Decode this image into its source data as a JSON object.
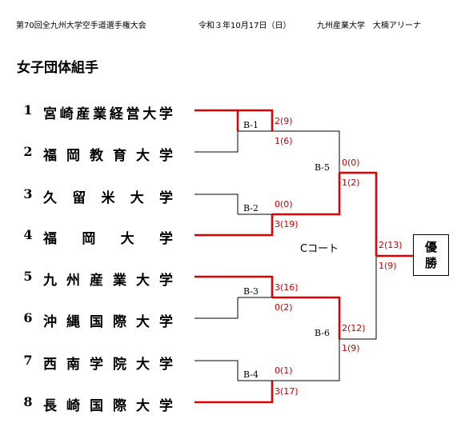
{
  "header": {
    "tournament": "第70回全九州大学空手道選手権大会",
    "date": "令和３年10月17日（日）",
    "venue": "九州産業大学　大楠アリーナ"
  },
  "section_title": "女子団体組手",
  "teams": [
    {
      "seed": "1",
      "name": [
        "宮",
        "崎",
        "産",
        "業",
        "経",
        "営",
        "大",
        "学"
      ]
    },
    {
      "seed": "2",
      "name": [
        "福",
        "岡",
        "教",
        "育",
        "大",
        "学"
      ]
    },
    {
      "seed": "3",
      "name": [
        "久",
        "留",
        "米",
        "大",
        "学"
      ]
    },
    {
      "seed": "4",
      "name": [
        "福",
        "岡",
        "大",
        "学"
      ]
    },
    {
      "seed": "5",
      "name": [
        "九",
        "州",
        "産",
        "業",
        "大",
        "学"
      ]
    },
    {
      "seed": "6",
      "name": [
        "沖",
        "縄",
        "国",
        "際",
        "大",
        "学"
      ]
    },
    {
      "seed": "7",
      "name": [
        "西",
        "南",
        "学",
        "院",
        "大",
        "学"
      ]
    },
    {
      "seed": "8",
      "name": [
        "長",
        "崎",
        "国",
        "際",
        "大",
        "学"
      ]
    }
  ],
  "matches": {
    "b1": {
      "label": "B-1",
      "top_score": "2(9)",
      "bottom_score": "1(6)"
    },
    "b2": {
      "label": "B-2",
      "top_score": "0(0)",
      "bottom_score": "3(19)"
    },
    "b3": {
      "label": "B-3",
      "top_score": "3(16)",
      "bottom_score": "0(2)"
    },
    "b4": {
      "label": "B-4",
      "top_score": "0(1)",
      "bottom_score": "3(17)"
    },
    "b5": {
      "label": "B-5",
      "top_score": "0(0)",
      "bottom_score": "1(2)"
    },
    "b6": {
      "label": "B-6",
      "top_score": "2(12)",
      "bottom_score": "1(9)"
    },
    "final": {
      "top_score": "2(13)",
      "bottom_score": "1(9)"
    }
  },
  "court_label": "Cコート",
  "champion_box": {
    "line1": "優",
    "line2": "勝"
  },
  "colors": {
    "winner_line": "#e00000",
    "loser_line": "#000000",
    "score_text": "#cc0000"
  }
}
